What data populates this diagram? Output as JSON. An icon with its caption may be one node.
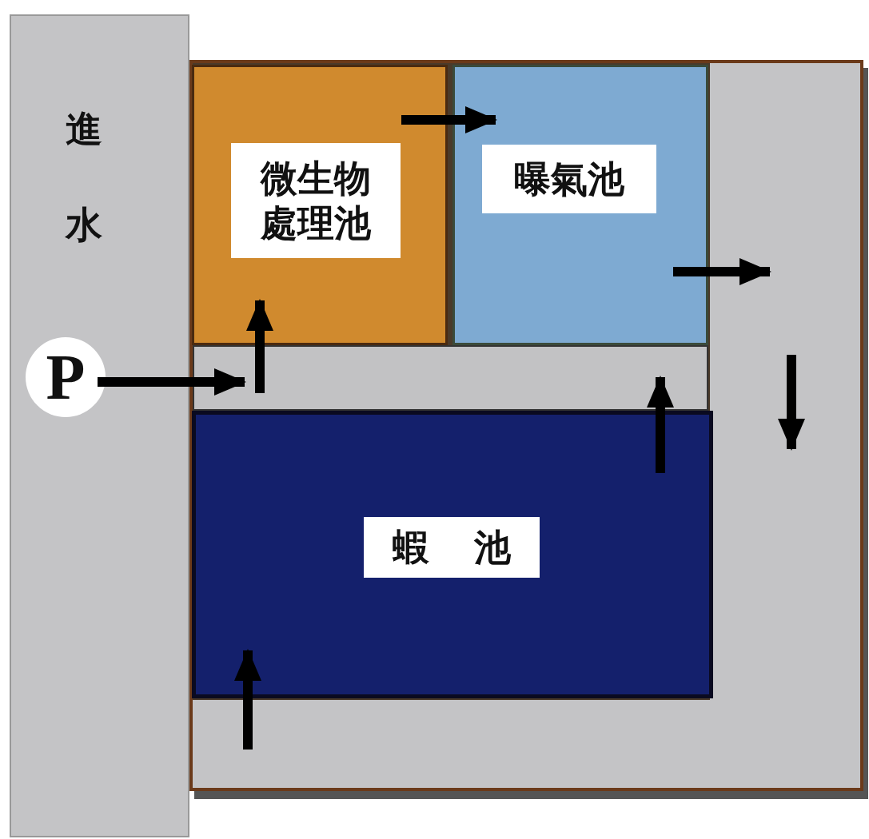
{
  "diagram": {
    "nodes": [
      {
        "text": [
          "進水"
        ]
      },
      {
        "text": [
          "P"
        ],
        "in": 0
      },
      {
        "text": [
          "微生物處理池"
        ]
      },
      {
        "text": [
          "曝氣池"
        ]
      },
      {
        "text": [],
        "shape": "box"
      },
      {
        "text": [],
        "shape": "box"
      },
      {
        "text": [],
        "shape": "box"
      },
      {
        "text": [
          "蝦 池"
        ]
      }
    ],
    "edges": [
      {
        "from": 1,
        "to": 4,
        "arrow": "to"
      },
      {
        "from": 4,
        "to": 2,
        "arrow": "to"
      },
      {
        "from": 2,
        "to": 3,
        "arrow": "to"
      },
      {
        "from": 3,
        "to": 5,
        "arrow": "to"
      },
      {
        "from": 6,
        "to": 7,
        "arrow": "to"
      },
      {
        "from": 7,
        "to": 4,
        "arrow": "to"
      }
    ]
  }
}
